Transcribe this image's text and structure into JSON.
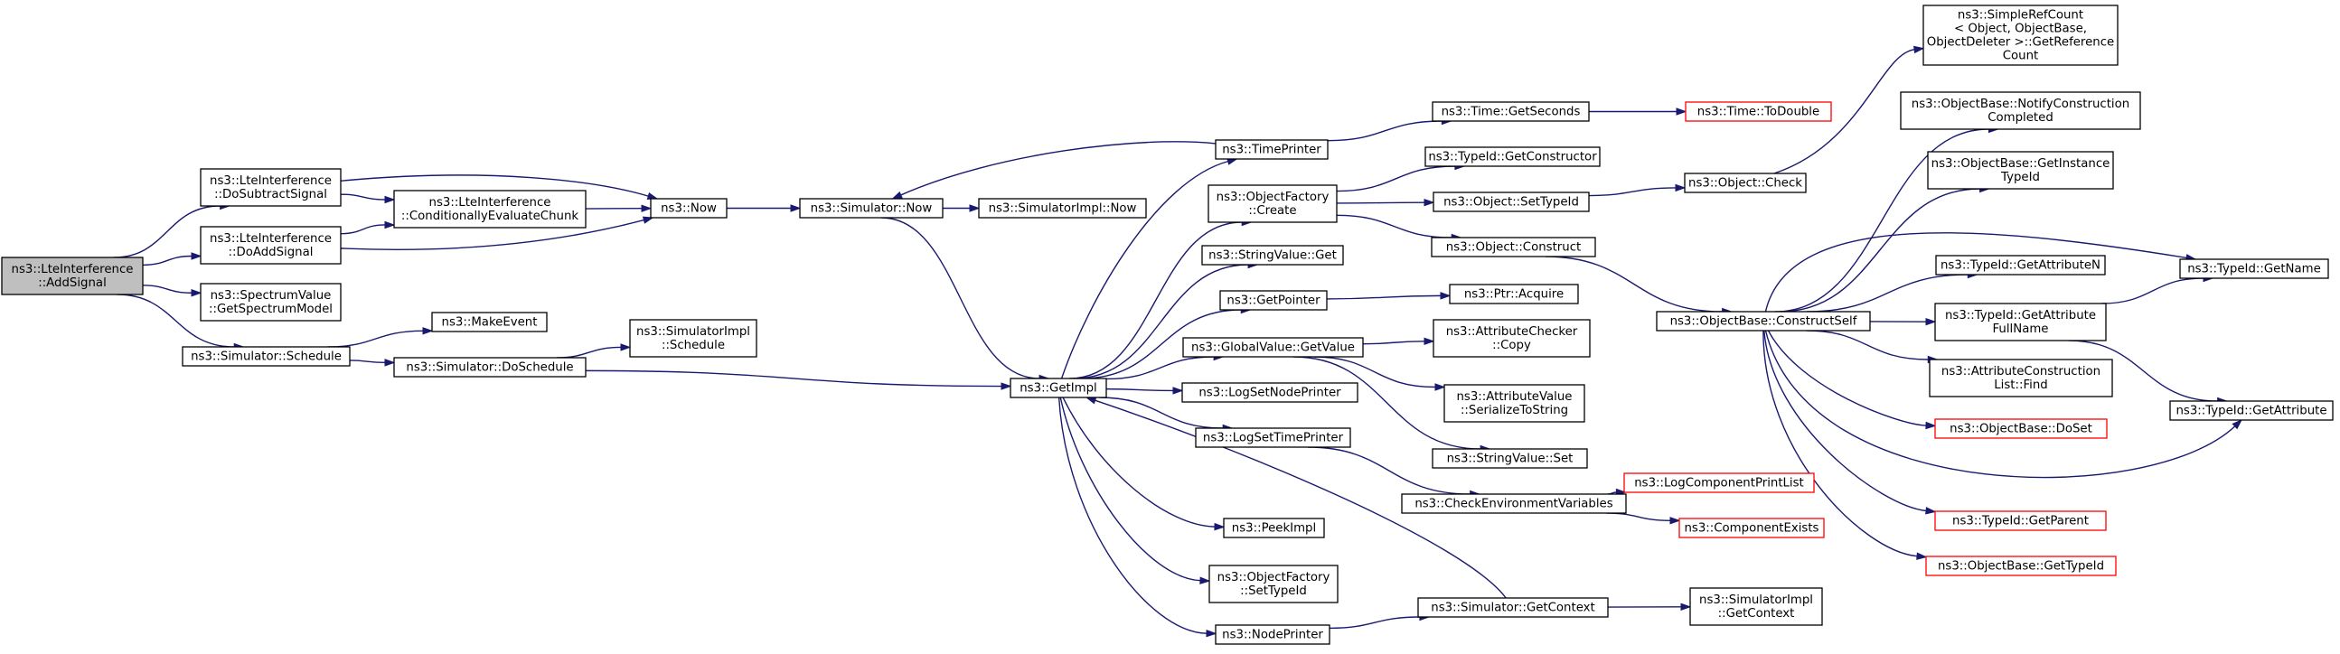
{
  "colors": {
    "edge": "#191970",
    "root_fill": "#bfbfbf",
    "external_border": "#ff0000",
    "node_border": "#000000"
  },
  "nodes": {
    "addsignal": {
      "lines": [
        "ns3::LteInterference",
        "::AddSignal"
      ],
      "kind": "root"
    },
    "dosubtract": {
      "lines": [
        "ns3::LteInterference",
        "::DoSubtractSignal"
      ]
    },
    "doadd": {
      "lines": [
        "ns3::LteInterference",
        "::DoAddSignal"
      ]
    },
    "getspectrum": {
      "lines": [
        "ns3::SpectrumValue",
        "::GetSpectrumModel"
      ]
    },
    "schedule": {
      "lines": [
        "ns3::Simulator::Schedule"
      ]
    },
    "condeval": {
      "lines": [
        "ns3::LteInterference",
        "::ConditionallyEvaluateChunk"
      ]
    },
    "now": {
      "lines": [
        "ns3::Now"
      ]
    },
    "makeevent": {
      "lines": [
        "ns3::MakeEvent"
      ]
    },
    "doschedule": {
      "lines": [
        "ns3::Simulator::DoSchedule"
      ]
    },
    "simimplsched": {
      "lines": [
        "ns3::SimulatorImpl",
        "::Schedule"
      ]
    },
    "simnow": {
      "lines": [
        "ns3::Simulator::Now"
      ]
    },
    "simimplnow": {
      "lines": [
        "ns3::SimulatorImpl::Now"
      ]
    },
    "timeprinter": {
      "lines": [
        "ns3::TimePrinter"
      ]
    },
    "ofcreate": {
      "lines": [
        "ns3::ObjectFactory",
        "::Create"
      ]
    },
    "svget": {
      "lines": [
        "ns3::StringValue::Get"
      ]
    },
    "getpointer": {
      "lines": [
        "ns3::GetPointer"
      ]
    },
    "gvgetvalue": {
      "lines": [
        "ns3::GlobalValue::GetValue"
      ]
    },
    "getimpl": {
      "lines": [
        "ns3::GetImpl"
      ]
    },
    "lognodeprinter": {
      "lines": [
        "ns3::LogSetNodePrinter"
      ]
    },
    "logtimeprinter": {
      "lines": [
        "ns3::LogSetTimePrinter"
      ]
    },
    "peekimpl": {
      "lines": [
        "ns3::PeekImpl"
      ]
    },
    "ofsettypeid": {
      "lines": [
        "ns3::ObjectFactory",
        "::SetTypeId"
      ]
    },
    "nodeprinter": {
      "lines": [
        "ns3::NodePrinter"
      ]
    },
    "timegetsec": {
      "lines": [
        "ns3::Time::GetSeconds"
      ]
    },
    "timetodouble": {
      "lines": [
        "ns3::Time::ToDouble"
      ],
      "kind": "ext"
    },
    "tidgetctor": {
      "lines": [
        "ns3::TypeId::GetConstructor"
      ]
    },
    "objsettypeid": {
      "lines": [
        "ns3::Object::SetTypeId"
      ]
    },
    "objconstruct": {
      "lines": [
        "ns3::Object::Construct"
      ]
    },
    "ptracquire": {
      "lines": [
        "ns3::Ptr::Acquire"
      ]
    },
    "attrcheckcopy": {
      "lines": [
        "ns3::AttributeChecker",
        "::Copy"
      ]
    },
    "attrvalser": {
      "lines": [
        "ns3::AttributeValue",
        "::SerializeToString"
      ]
    },
    "svset": {
      "lines": [
        "ns3::StringValue::Set"
      ]
    },
    "checkenv": {
      "lines": [
        "ns3::CheckEnvironmentVariables"
      ]
    },
    "logcompprint": {
      "lines": [
        "ns3::LogComponentPrintList"
      ],
      "kind": "ext"
    },
    "compexists": {
      "lines": [
        "ns3::ComponentExists"
      ],
      "kind": "ext"
    },
    "simgetctx": {
      "lines": [
        "ns3::Simulator::GetContext"
      ]
    },
    "simimplgetctx": {
      "lines": [
        "ns3::SimulatorImpl",
        "::GetContext"
      ]
    },
    "objcheck": {
      "lines": [
        "ns3::Object::Check"
      ]
    },
    "constructself": {
      "lines": [
        "ns3::ObjectBase::ConstructSelf"
      ]
    },
    "simplerefcount": {
      "lines": [
        "ns3::SimpleRefCount",
        "< Object, ObjectBase,",
        "ObjectDeleter >::GetReference",
        "Count"
      ]
    },
    "notifyconstr": {
      "lines": [
        "ns3::ObjectBase::NotifyConstruction",
        "Completed"
      ]
    },
    "getinstancetid": {
      "lines": [
        "ns3::ObjectBase::GetInstance",
        "TypeId"
      ]
    },
    "tidgetattrn": {
      "lines": [
        "ns3::TypeId::GetAttributeN"
      ]
    },
    "tidgetattrfull": {
      "lines": [
        "ns3::TypeId::GetAttribute",
        "FullName"
      ]
    },
    "attrconstrfind": {
      "lines": [
        "ns3::AttributeConstruction",
        "List::Find"
      ]
    },
    "obdoset": {
      "lines": [
        "ns3::ObjectBase::DoSet"
      ],
      "kind": "ext"
    },
    "tidgetparent": {
      "lines": [
        "ns3::TypeId::GetParent"
      ],
      "kind": "ext"
    },
    "obgettypeid": {
      "lines": [
        "ns3::ObjectBase::GetTypeId"
      ],
      "kind": "ext"
    },
    "tidgetname": {
      "lines": [
        "ns3::TypeId::GetName"
      ]
    },
    "tidgetattr": {
      "lines": [
        "ns3::TypeId::GetAttribute"
      ]
    }
  },
  "edges": [
    [
      "addsignal",
      "dosubtract"
    ],
    [
      "addsignal",
      "doadd"
    ],
    [
      "addsignal",
      "getspectrum"
    ],
    [
      "addsignal",
      "schedule"
    ],
    [
      "dosubtract",
      "condeval"
    ],
    [
      "dosubtract",
      "now"
    ],
    [
      "doadd",
      "condeval"
    ],
    [
      "doadd",
      "now"
    ],
    [
      "condeval",
      "now"
    ],
    [
      "now",
      "simnow"
    ],
    [
      "schedule",
      "makeevent"
    ],
    [
      "schedule",
      "doschedule"
    ],
    [
      "doschedule",
      "simimplsched"
    ],
    [
      "doschedule",
      "getimpl"
    ],
    [
      "simnow",
      "simimplnow"
    ],
    [
      "simnow",
      "getimpl"
    ],
    [
      "getimpl",
      "ofcreate"
    ],
    [
      "getimpl",
      "svget"
    ],
    [
      "getimpl",
      "getpointer"
    ],
    [
      "getimpl",
      "gvgetvalue"
    ],
    [
      "getimpl",
      "lognodeprinter"
    ],
    [
      "getimpl",
      "logtimeprinter"
    ],
    [
      "getimpl",
      "peekimpl"
    ],
    [
      "getimpl",
      "ofsettypeid"
    ],
    [
      "getimpl",
      "nodeprinter"
    ],
    [
      "getimpl",
      "timeprinter"
    ],
    [
      "timeprinter",
      "simnow"
    ],
    [
      "timeprinter",
      "timegetsec"
    ],
    [
      "timegetsec",
      "timetodouble"
    ],
    [
      "ofcreate",
      "tidgetctor"
    ],
    [
      "ofcreate",
      "objsettypeid"
    ],
    [
      "ofcreate",
      "objconstruct"
    ],
    [
      "objsettypeid",
      "objcheck"
    ],
    [
      "objcheck",
      "simplerefcount"
    ],
    [
      "objconstruct",
      "constructself"
    ],
    [
      "getpointer",
      "ptracquire"
    ],
    [
      "gvgetvalue",
      "attrcheckcopy"
    ],
    [
      "gvgetvalue",
      "attrvalser"
    ],
    [
      "gvgetvalue",
      "svset"
    ],
    [
      "logtimeprinter",
      "checkenv"
    ],
    [
      "checkenv",
      "logcompprint"
    ],
    [
      "checkenv",
      "compexists"
    ],
    [
      "nodeprinter",
      "simgetctx"
    ],
    [
      "simgetctx",
      "getimpl"
    ],
    [
      "simgetctx",
      "simimplgetctx"
    ],
    [
      "constructself",
      "notifyconstr"
    ],
    [
      "constructself",
      "getinstancetid"
    ],
    [
      "constructself",
      "tidgetname"
    ],
    [
      "constructself",
      "tidgetattrn"
    ],
    [
      "constructself",
      "tidgetattrfull"
    ],
    [
      "constructself",
      "attrconstrfind"
    ],
    [
      "constructself",
      "obdoset"
    ],
    [
      "constructself",
      "tidgetattr"
    ],
    [
      "constructself",
      "tidgetparent"
    ],
    [
      "constructself",
      "obgettypeid"
    ],
    [
      "tidgetattrfull",
      "tidgetname"
    ],
    [
      "tidgetattrfull",
      "tidgetattr"
    ]
  ]
}
